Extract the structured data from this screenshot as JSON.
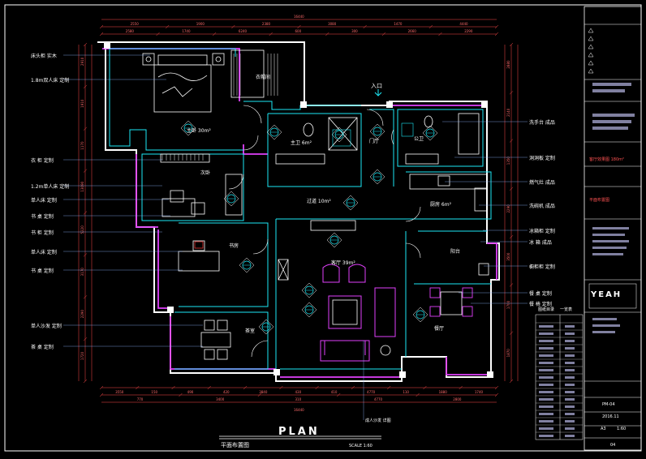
{
  "drawing": {
    "title": "PLAN",
    "subtitle": "平面布置图",
    "scale": "SCALE 1:60",
    "entrance": "入口",
    "bottom_note": "成人沙发 详图"
  },
  "rooms": [
    {
      "key": "master",
      "label": "主卧 30m²"
    },
    {
      "key": "walkin",
      "label": "衣帽间"
    },
    {
      "key": "masterbath",
      "label": "主卫 6m²"
    },
    {
      "key": "foyer",
      "label": "门厅"
    },
    {
      "key": "publicbath",
      "label": "公卫"
    },
    {
      "key": "second",
      "label": "次卧"
    },
    {
      "key": "corridor",
      "label": "过道 10m²"
    },
    {
      "key": "kitchen",
      "label": "厨房 6m²"
    },
    {
      "key": "study",
      "label": "书房"
    },
    {
      "key": "living",
      "label": "客厅 39m²"
    },
    {
      "key": "balcony",
      "label": "阳台"
    },
    {
      "key": "tea",
      "label": "茶室"
    },
    {
      "key": "dining",
      "label": "餐厅"
    }
  ],
  "left_notes": [
    "床头柜 实木",
    "1.8m双人床 定制",
    "衣 柜 定制",
    "1.2m单人床 定制",
    "单人床 定制",
    "书 桌 定制",
    "书 柜 定制",
    "单人床 定制",
    "书 桌 定制",
    "单人沙发 定制",
    "茶 桌 定制"
  ],
  "right_notes": [
    "洗手台 成品",
    "洞洞板 定制",
    "燃气灶 成品",
    "洗碗机 成品",
    "冰箱柜 定制",
    "冰 箱 成品",
    "橱柜柜 定制",
    "餐 桌 定制",
    "餐 椅 定制"
  ],
  "title_block": {
    "project": "客厅效果图 180m²",
    "company": "YEAH",
    "drawing_name": "平面布置图",
    "table_header": [
      "图纸目录",
      "一览表"
    ],
    "sheet_no": "PM-04",
    "date": "2016.11",
    "paper": "A3",
    "scale_short": "1:60",
    "page": "04"
  },
  "dimensions": {
    "top_total": "16440",
    "top_row1": [
      "2550",
      "1900",
      "2380",
      "3080",
      "1470",
      "4440"
    ],
    "top_row2": [
      "2580",
      "1740",
      "6240",
      "600",
      "300",
      "2660",
      "2290"
    ],
    "bottom_row1": [
      "3550",
      "150",
      "490",
      "420",
      "3840",
      "430",
      "410",
      "4770",
      "110",
      "1880",
      "1740"
    ],
    "bottom_row2": [
      "770",
      "3400",
      "310",
      "4770",
      "2800"
    ],
    "bottom_total": "16440",
    "left_col": [
      "2910",
      "1910",
      "1170",
      "13090",
      "5220",
      "3170",
      "2290",
      "1720"
    ],
    "right_col": [
      "2880",
      "2140",
      "1350",
      "2290",
      "3500",
      "1700",
      "1870"
    ]
  }
}
